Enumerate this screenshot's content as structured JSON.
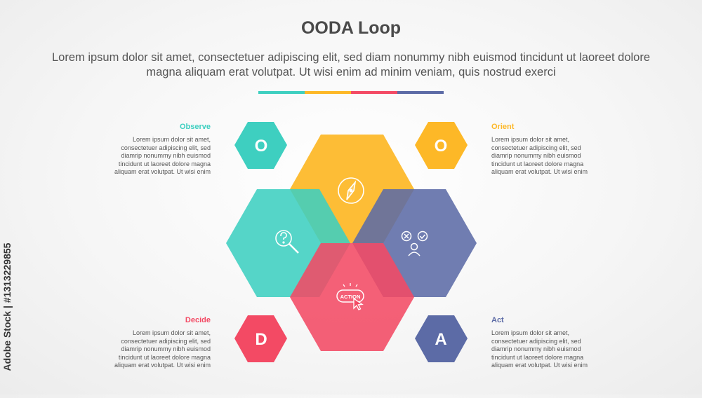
{
  "header": {
    "title": "OODA Loop",
    "subtitle": "Lorem ipsum dolor sit amet, consectetuer adipiscing elit, sed diam nonummy nibh euismod tincidunt ut laoreet dolore magna aliquam erat volutpat. Ut wisi enim ad minim veniam, quis nostrud exerci"
  },
  "colors": {
    "observe": "#3ecfc0",
    "orient": "#fdb827",
    "decide": "#f34a64",
    "act": "#5c6ba6",
    "text": "#555555"
  },
  "steps": {
    "observe": {
      "label": "Observe",
      "letter": "O",
      "text": "Lorem ipsum dolor sit amet, consectetuer adipiscing elit, sed diamrip nonummy nibh euismod tincidunt ut laoreet dolore magna aliquam erat volutpat. Ut wisi enim",
      "icon": "question-magnifier-icon"
    },
    "orient": {
      "label": "Orient",
      "letter": "O",
      "text": "Lorem ipsum dolor sit amet, consectetuer adipiscing elit, sed diamrip nonummy nibh euismod tincidunt ut laoreet dolore magna aliquam erat volutpat. Ut wisi enim",
      "icon": "compass-icon"
    },
    "decide": {
      "label": "Decide",
      "letter": "D",
      "text": "Lorem ipsum dolor sit amet, consectetuer adipiscing elit, sed diamrip nonummy nibh euismod tincidunt ut laoreet dolore magna aliquam erat volutpat. Ut wisi enim",
      "icon": "decision-person-icon"
    },
    "act": {
      "label": "Act",
      "letter": "A",
      "text": "Lorem ipsum dolor sit amet, consectetuer adipiscing elit, sed diamrip nonummy nibh euismod tincidunt ut laoreet dolore magna aliquam erat volutpat. Ut wisi enim",
      "icon": "action-button-cursor-icon"
    }
  },
  "action_button_text": "ACTION",
  "side_tag": "Adobe Stock | #1313229855"
}
